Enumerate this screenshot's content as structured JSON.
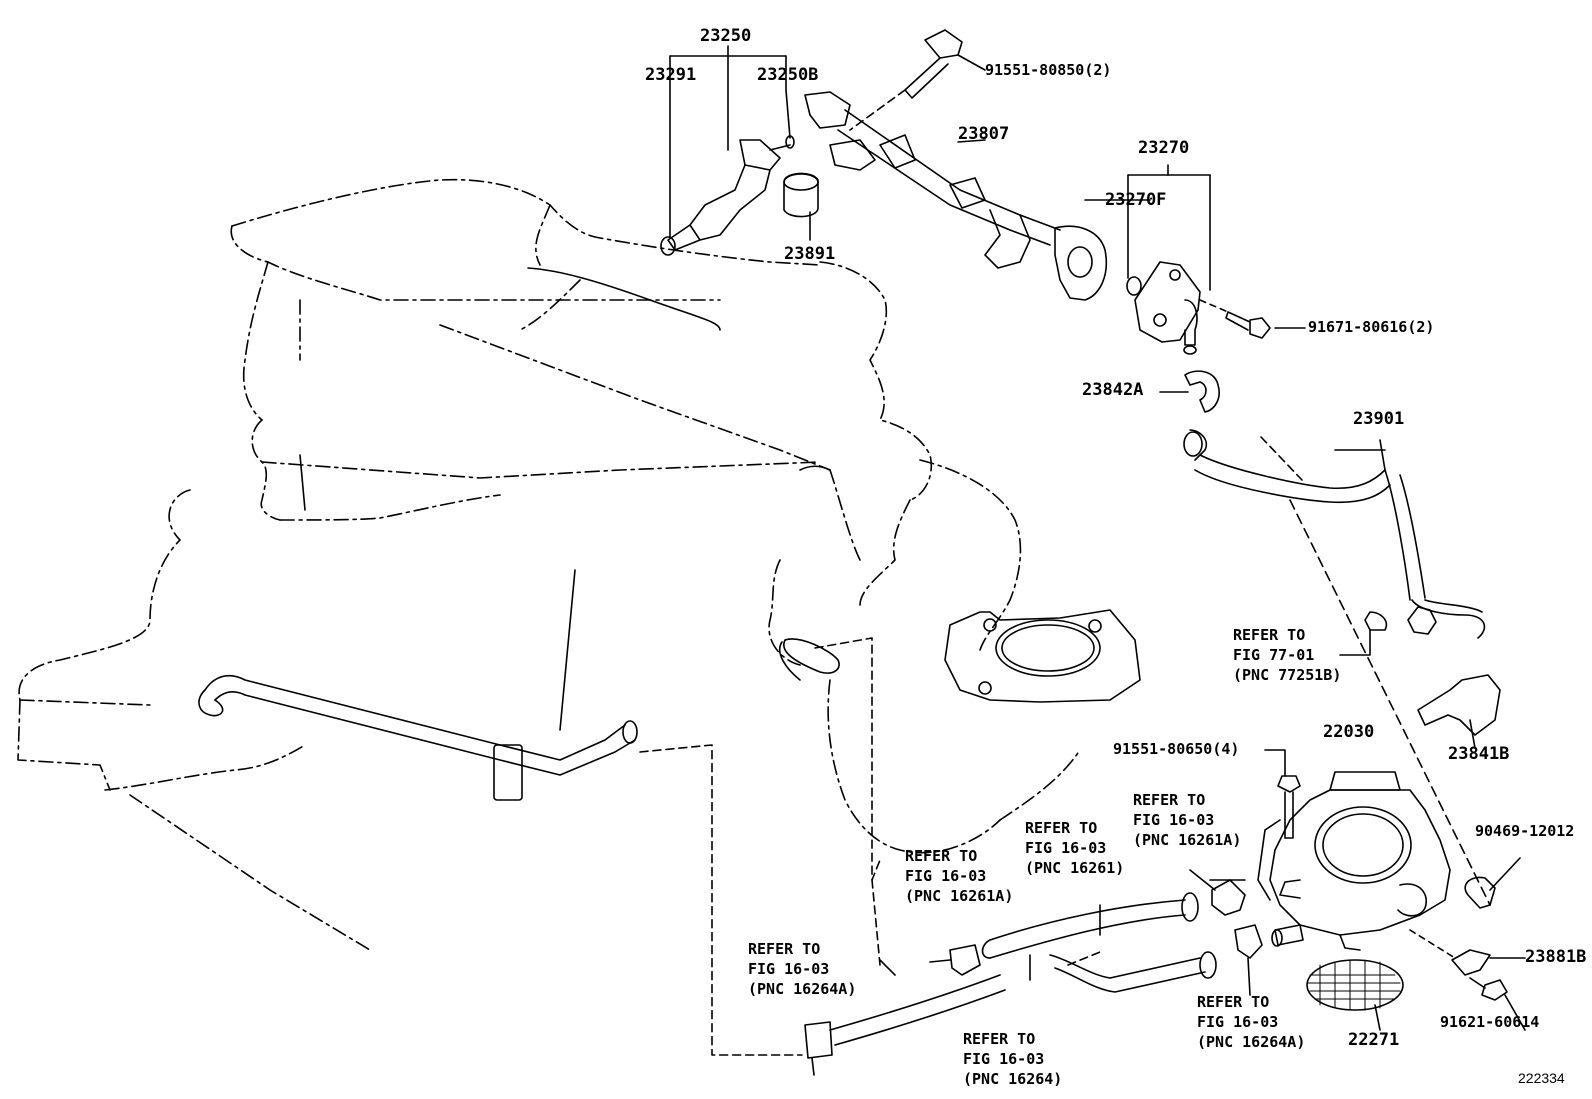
{
  "part_numbers": {
    "p23250": "23250",
    "p23291": "23291",
    "p23250B": "23250B",
    "p91551_80850": "91551-80850(2)",
    "p23807": "23807",
    "p23891": "23891",
    "p23270": "23270",
    "p23270F": "23270F",
    "p91671_80616": "91671-80616(2)",
    "p23842A": "23842A",
    "p23901": "23901",
    "p23841B": "23841B",
    "p22030": "22030",
    "p91551_80650": "91551-80650(4)",
    "p90469_12012": "90469-12012",
    "p23881B": "23881B",
    "p91621_60614": "91621-60614",
    "p22271": "22271"
  },
  "references": {
    "fig77": {
      "line1": "REFER TO",
      "line2": "FIG 77-01",
      "line3": "(PNC 77251B)"
    },
    "r16261A_right": {
      "line1": "REFER TO",
      "line2": "FIG 16-03",
      "line3": "(PNC 16261A)"
    },
    "r16261": {
      "line1": "REFER TO",
      "line2": "FIG 16-03",
      "line3": "(PNC 16261)"
    },
    "r16261A_left": {
      "line1": "REFER TO",
      "line2": "FIG 16-03",
      "line3": "(PNC 16261A)"
    },
    "r16264A_left": {
      "line1": "REFER TO",
      "line2": "FIG 16-03",
      "line3": "(PNC 16264A)"
    },
    "r16264": {
      "line1": "REFER TO",
      "line2": "FIG 16-03",
      "line3": "(PNC 16264)"
    },
    "r16264A_right": {
      "line1": "REFER TO",
      "line2": "FIG 16-03",
      "line3": "(PNC 16264A)"
    }
  },
  "figure_id": "222334",
  "line_color": "#000000"
}
